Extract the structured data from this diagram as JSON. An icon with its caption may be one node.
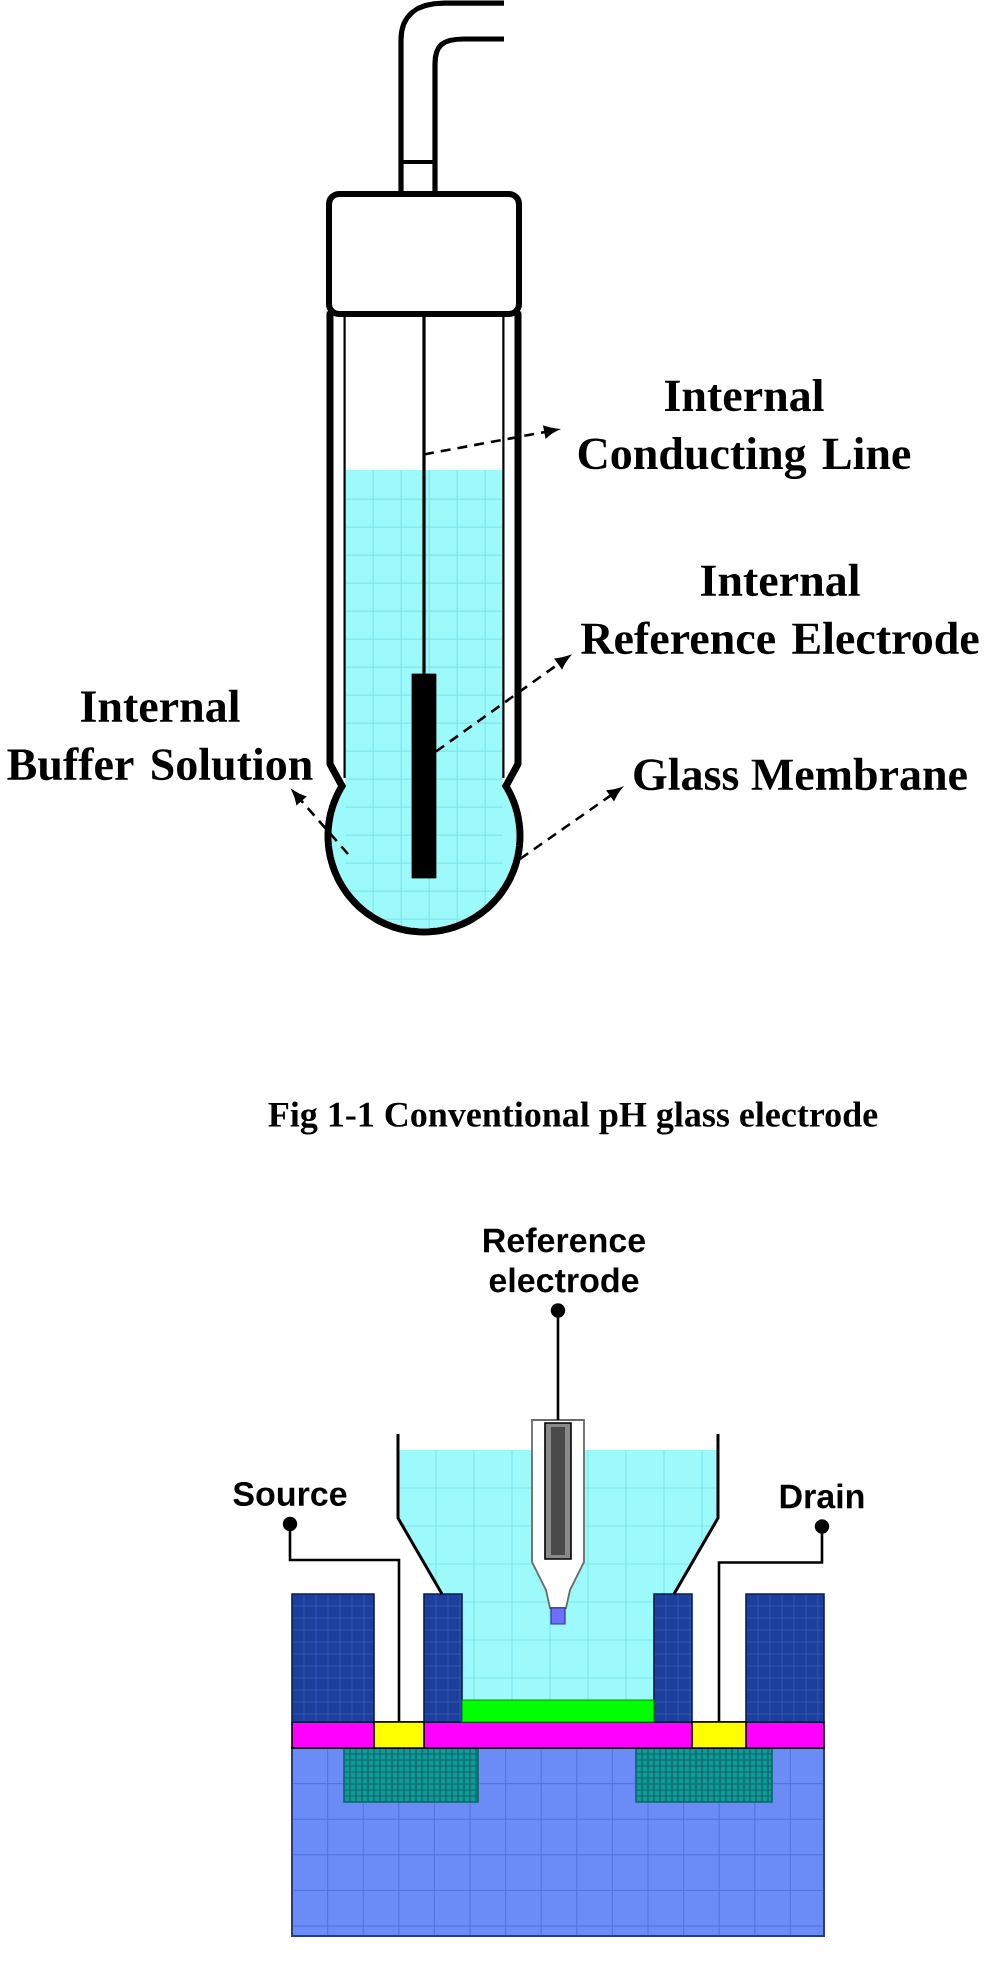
{
  "diagram": {
    "caption": "Fig 1-1 Conventional pH glass electrode",
    "nodes": [
      {
        "text": [
          "Internal Conducting Line"
        ]
      },
      {
        "text": [
          "Internal Reference Electrode"
        ]
      },
      {
        "text": [
          "Internal Buffer Solution"
        ]
      },
      {
        "text": [
          "Glass Membrane"
        ]
      },
      {
        "text": [],
        "shape": "picture"
      },
      {
        "text": [],
        "shape": "line",
        "in": 4
      },
      {
        "text": [],
        "shape": "liquid"
      },
      {
        "text": [],
        "shape": "bar",
        "in": 6
      },
      {
        "text": [],
        "shape": "circle"
      },
      {
        "text": [
          "Reference electrode"
        ]
      },
      {
        "text": [
          "Source"
        ]
      },
      {
        "text": [
          "Drain"
        ]
      },
      {
        "text": [],
        "shape": "picture"
      },
      {
        "text": [],
        "shape": "box"
      },
      {
        "text": [],
        "shape": "box"
      }
    ],
    "edges": [
      {
        "from": 5,
        "to": 0,
        "arrow": "to",
        "style": "dashed"
      },
      {
        "from": 7,
        "to": 1,
        "arrow": "to",
        "style": "dashed"
      },
      {
        "from": 6,
        "to": 2,
        "arrow": "to",
        "style": "dashed"
      },
      {
        "from": 8,
        "to": 3,
        "arrow": "to",
        "style": "dashed"
      },
      {
        "from": 9,
        "to": 12,
        "arrow": "other"
      },
      {
        "from": 10,
        "to": 13,
        "arrow": "other"
      },
      {
        "from": 11,
        "to": 14,
        "arrow": "other"
      }
    ]
  }
}
